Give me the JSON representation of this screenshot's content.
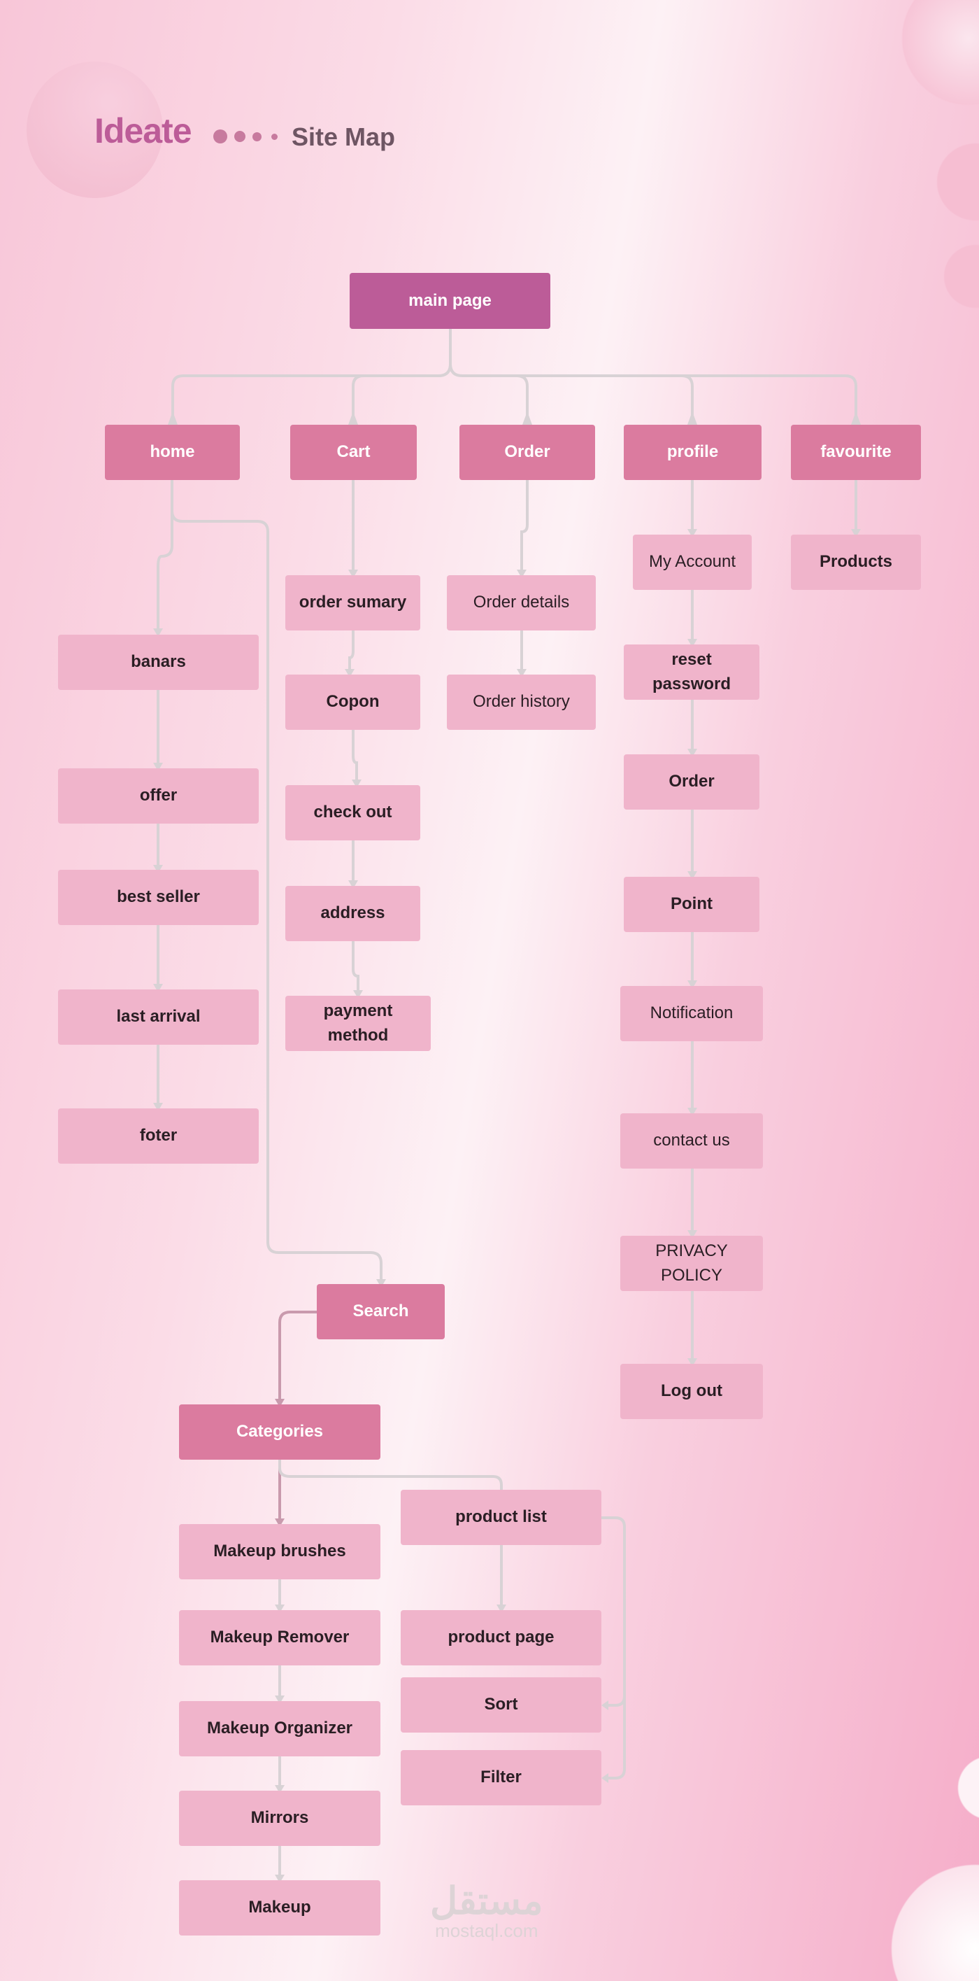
{
  "header": {
    "title": "Ideate",
    "subtitle": "Site Map"
  },
  "colors": {
    "root": "#bc5c98",
    "section": "#db7b9f",
    "page": "#f0b4cb",
    "line": "#d8d2d5"
  },
  "root": "main page",
  "sections": {
    "home": "home",
    "cart": "Cart",
    "order": "Order",
    "profile": "profile",
    "favourite": "favourite"
  },
  "home_pages": [
    "banars",
    "offer",
    "best seller",
    "last arrival",
    "foter"
  ],
  "cart_pages": [
    "order sumary",
    "Copon",
    "check out",
    "address",
    "payment method"
  ],
  "order_pages": [
    "Order details",
    "Order history"
  ],
  "profile_pages": [
    "My Account",
    "reset password",
    "Order",
    "Point",
    "Notification",
    "contact us",
    "PRIVACY POLICY",
    "Log out"
  ],
  "favourite_pages": [
    "Products"
  ],
  "search": "Search",
  "categories": "Categories",
  "category_pages": [
    "Makeup brushes",
    "Makeup Remover",
    "Makeup Organizer",
    "Mirrors",
    "Makeup"
  ],
  "product_pages": [
    "product list",
    "product page",
    "Sort",
    "Filter"
  ],
  "watermark": {
    "arabic": "مستقل",
    "latin": "mostaql.com"
  }
}
